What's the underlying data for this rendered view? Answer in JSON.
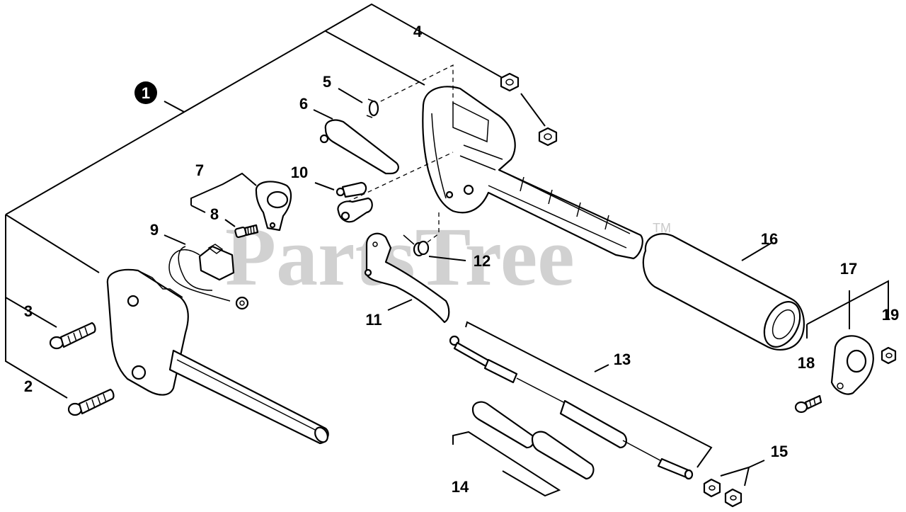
{
  "watermark": {
    "text": "PartsTree",
    "trademark": "TM"
  },
  "callouts": [
    {
      "id": "assembly",
      "label": "1"
    },
    {
      "id": "p2",
      "label": "2"
    },
    {
      "id": "p3",
      "label": "3"
    },
    {
      "id": "p4",
      "label": "4"
    },
    {
      "id": "p5",
      "label": "5"
    },
    {
      "id": "p6",
      "label": "6"
    },
    {
      "id": "p7",
      "label": "7"
    },
    {
      "id": "p8",
      "label": "8"
    },
    {
      "id": "p9",
      "label": "9"
    },
    {
      "id": "p10",
      "label": "10"
    },
    {
      "id": "p11",
      "label": "11"
    },
    {
      "id": "p12",
      "label": "12"
    },
    {
      "id": "p13",
      "label": "13"
    },
    {
      "id": "p14",
      "label": "14"
    },
    {
      "id": "p15",
      "label": "15"
    },
    {
      "id": "p16",
      "label": "16"
    },
    {
      "id": "p17",
      "label": "17"
    },
    {
      "id": "p18",
      "label": "18"
    },
    {
      "id": "p19",
      "label": "19"
    }
  ],
  "colors": {
    "line": "#000000",
    "background": "#ffffff",
    "watermark": "#c9c9c9"
  }
}
